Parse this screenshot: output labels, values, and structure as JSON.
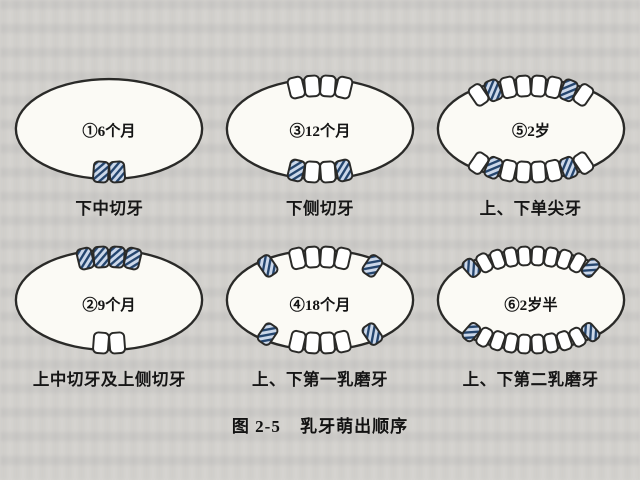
{
  "figure": {
    "number": "图 2-5",
    "title": "乳牙萌出顺序"
  },
  "panels": [
    {
      "label": "①6个月",
      "caption": "下中切牙",
      "teeth": {
        "top": [],
        "bottom": [
          "h",
          "h"
        ]
      }
    },
    {
      "label": "③12个月",
      "caption": "下侧切牙",
      "teeth": {
        "top": [
          "w",
          "w",
          "w",
          "w"
        ],
        "bottom": [
          "h",
          "w",
          "w",
          "h"
        ]
      }
    },
    {
      "label": "⑤2岁",
      "caption": "上、下单尖牙",
      "teeth": {
        "top": [
          "w",
          "h",
          "w",
          "w",
          "w",
          "w",
          "h",
          "w"
        ],
        "bottom": [
          "w",
          "h",
          "w",
          "w",
          "w",
          "w",
          "h",
          "w"
        ]
      }
    },
    {
      "label": "②9个月",
      "caption": "上中切牙及上侧切牙",
      "teeth": {
        "top": [
          "h",
          "h",
          "h",
          "h"
        ],
        "bottom": [
          "w",
          "w"
        ]
      }
    },
    {
      "label": "④18个月",
      "caption": "上、下第一乳磨牙",
      "teeth": {
        "top": [
          "h",
          "gap",
          "w",
          "w",
          "w",
          "w",
          "gap",
          "h"
        ],
        "bottom": [
          "h",
          "gap",
          "w",
          "w",
          "w",
          "w",
          "gap",
          "h"
        ]
      }
    },
    {
      "label": "⑥2岁半",
      "caption": "上、下第二乳磨牙",
      "teeth": {
        "top": [
          "h",
          "w",
          "w",
          "w",
          "w",
          "w",
          "w",
          "w",
          "w",
          "h"
        ],
        "bottom": [
          "h",
          "w",
          "w",
          "w",
          "w",
          "w",
          "w",
          "w",
          "w",
          "h"
        ]
      }
    }
  ],
  "colors": {
    "page_background": "#d6d4d0",
    "tooth_outline": "#2a2a28",
    "mouth_fill": "#fbfaf5",
    "tooth_fill": "#ffffff",
    "hatch_fill": "#ccd8ea",
    "hatch_line": "#24456e"
  }
}
